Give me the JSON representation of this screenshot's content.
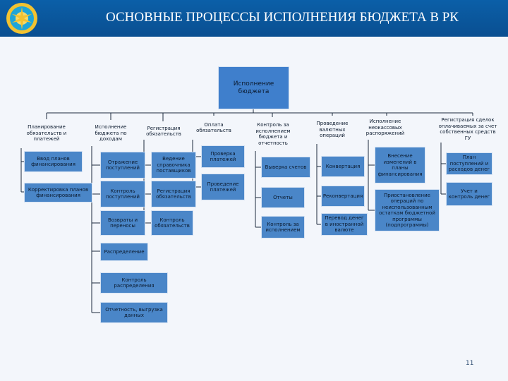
{
  "header": {
    "title": "ОСНОВНЫЕ ПРОЦЕССЫ ИСПОЛНЕНИЯ БЮДЖЕТА В РК"
  },
  "colors": {
    "header_bg": "#0b5fa8",
    "box_fill": "#4a86c8",
    "line": "#1c2b3c",
    "background": "#f3f6fb"
  },
  "diagram": {
    "root": "Исполнение бюджета",
    "nodes": {
      "n1": "Планирование обязательств и платежей",
      "n1a": "Ввод планов финансирования",
      "n1b": "Корректировка планов финансирования",
      "n2": "Исполнение бюджета по доходам",
      "n2a": "Отражение поступлений",
      "n2b": "Контроль поступлений",
      "n2c": "Возвраты и переносы",
      "n2d": "Распределение",
      "n2e": "Контроль распределения",
      "n2f": "Отчетность, выгрузка данных",
      "n3": "Регистрация обязательств",
      "n3a": "Ведение справочника поставщиков",
      "n3b": "Регистрация обязательств",
      "n3c": "Контроль обязательств",
      "n4": "Оплата обязательств",
      "n4a": "Проверка платежей",
      "n4b": "Проведение платежей",
      "n5": "Контроль за исполнением бюджета и отчетность",
      "n5a": "Выверка счетов",
      "n5b": "Отчеты",
      "n5c": "Контроль за исполнением",
      "n6": "Проведение валютных операций",
      "n6a": "Конвертация",
      "n6b": "Реконвертация",
      "n6c": "Перевод денег в иностранной валюте",
      "n7": "Исполнение неокассовых распоряжений",
      "n7a": "Внесение изменений в планы финансирования",
      "n7b": "Приостановление операций по неиспользованным остаткам бюджетной программы (подпрограммы)",
      "n8": "Регистрация сделок оплачиваемых за счет собственных средств ГУ",
      "n8a": "План поступлений и расходов денег",
      "n8b": "Учет и контроль денег"
    }
  },
  "page_number": "11"
}
